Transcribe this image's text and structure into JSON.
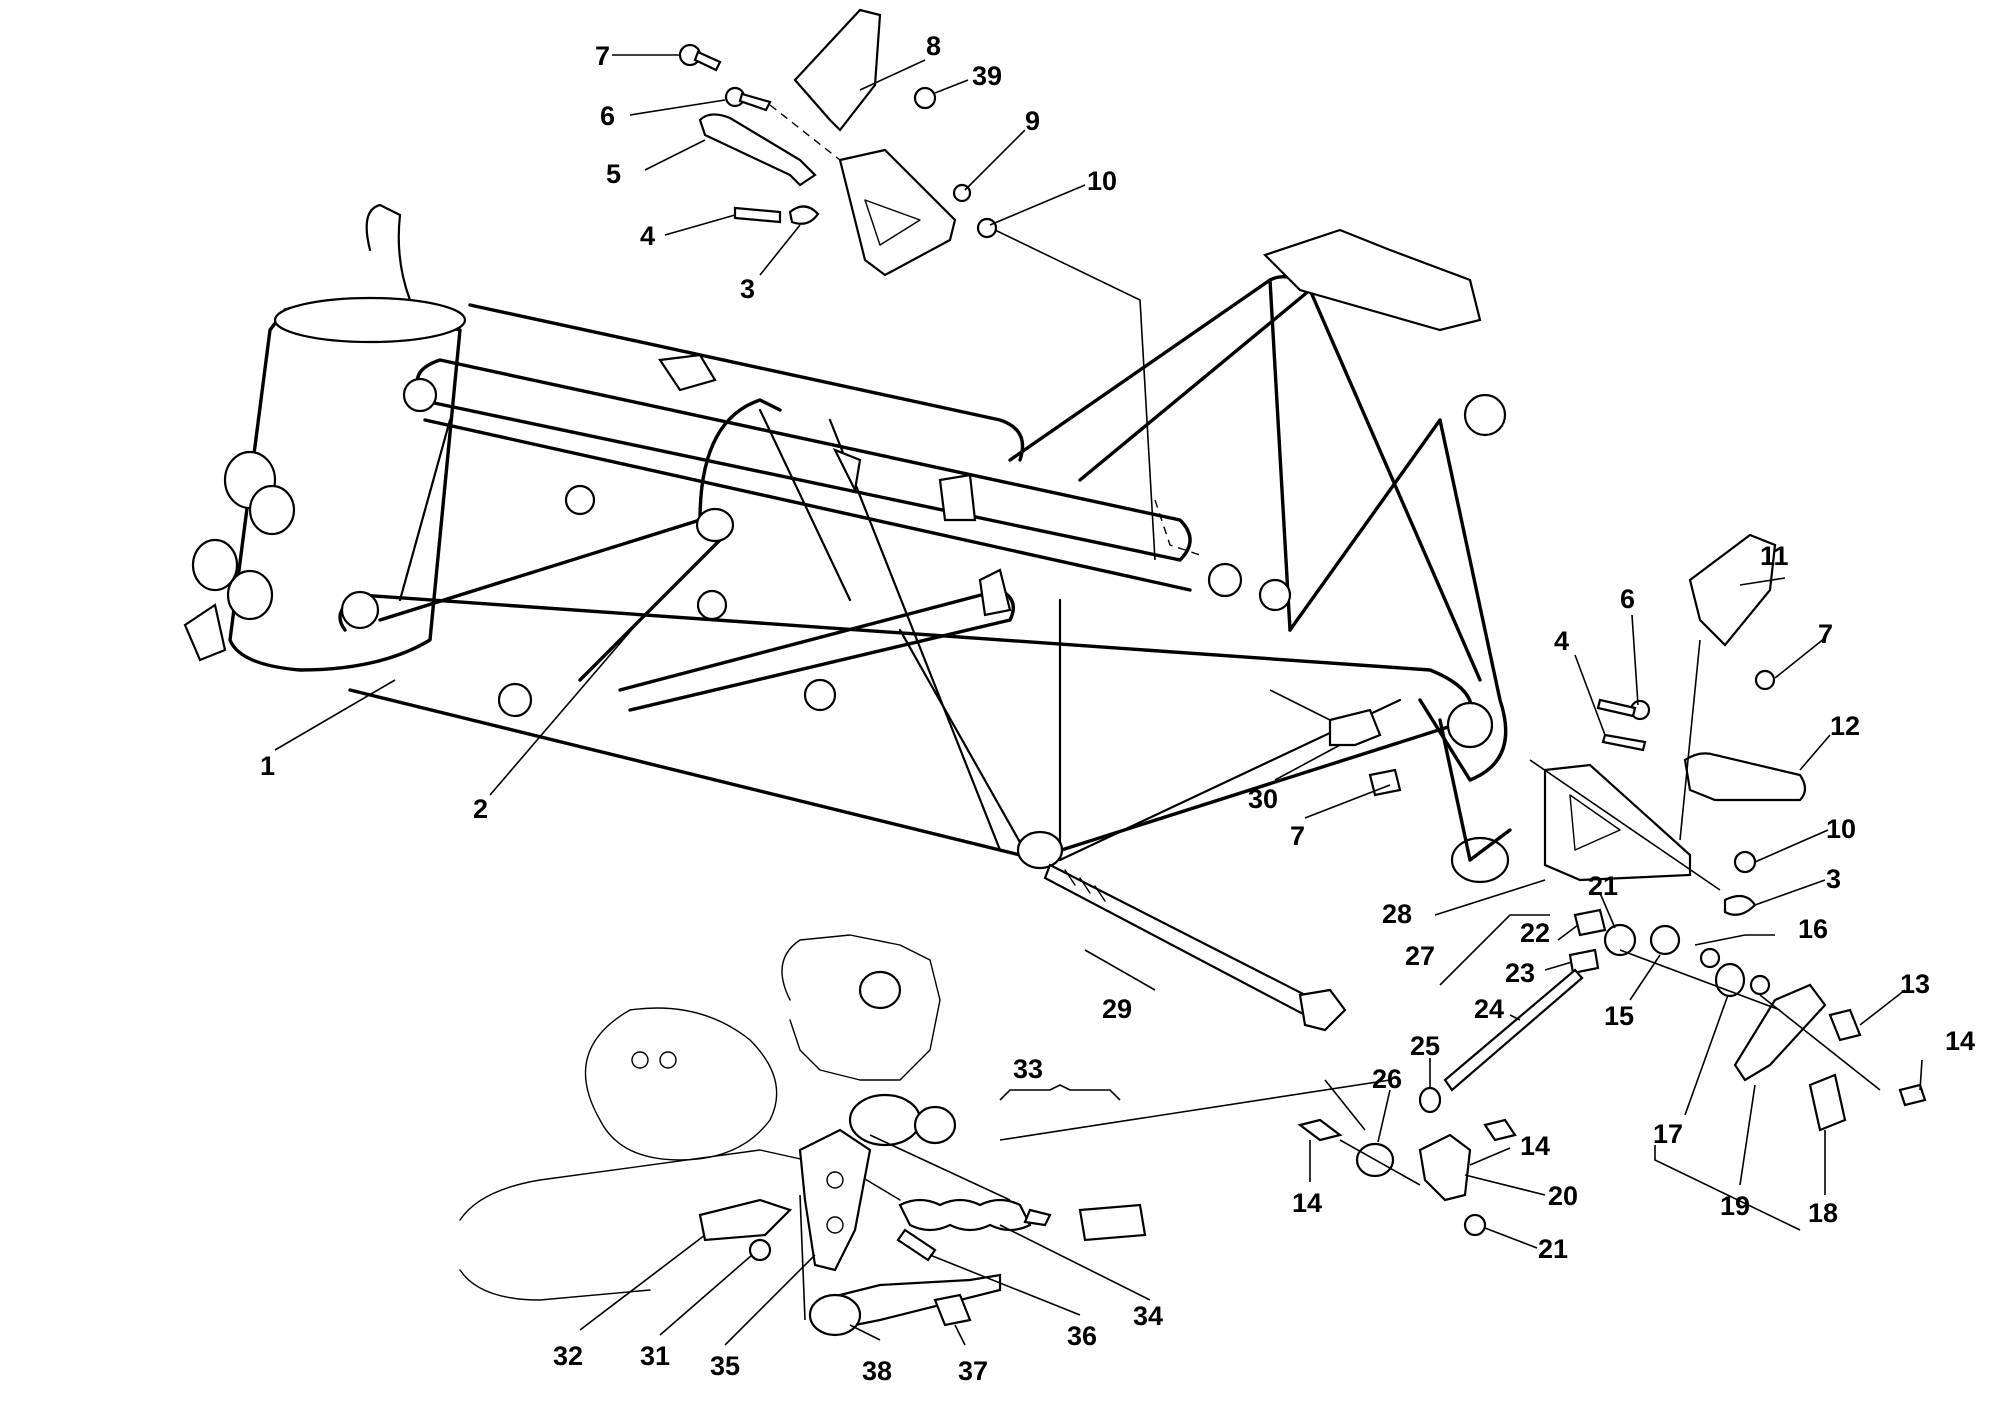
{
  "colors": {
    "ink": "#000000",
    "paper": "#ffffff"
  },
  "callouts": {
    "c1": "1",
    "c2": "2",
    "c3a": "3",
    "c3b": "3",
    "c4a": "4",
    "c4b": "4",
    "c5": "5",
    "c6a": "6",
    "c6b": "6",
    "c7a": "7",
    "c7b": "7",
    "c7c": "7",
    "c8": "8",
    "c9": "9",
    "c10a": "10",
    "c10b": "10",
    "c11": "11",
    "c12": "12",
    "c13": "13",
    "c14a": "14",
    "c14b": "14",
    "c14c": "14",
    "c15": "15",
    "c16": "16",
    "c17": "17",
    "c18": "18",
    "c19": "19",
    "c20": "20",
    "c21a": "21",
    "c21b": "21",
    "c22": "22",
    "c23": "23",
    "c24": "24",
    "c25": "25",
    "c26": "26",
    "c27": "27",
    "c28": "28",
    "c29": "29",
    "c30": "30",
    "c31": "31",
    "c32": "32",
    "c33": "33",
    "c34": "34",
    "c35": "35",
    "c36": "36",
    "c37": "37",
    "c38": "38",
    "c39": "39"
  }
}
